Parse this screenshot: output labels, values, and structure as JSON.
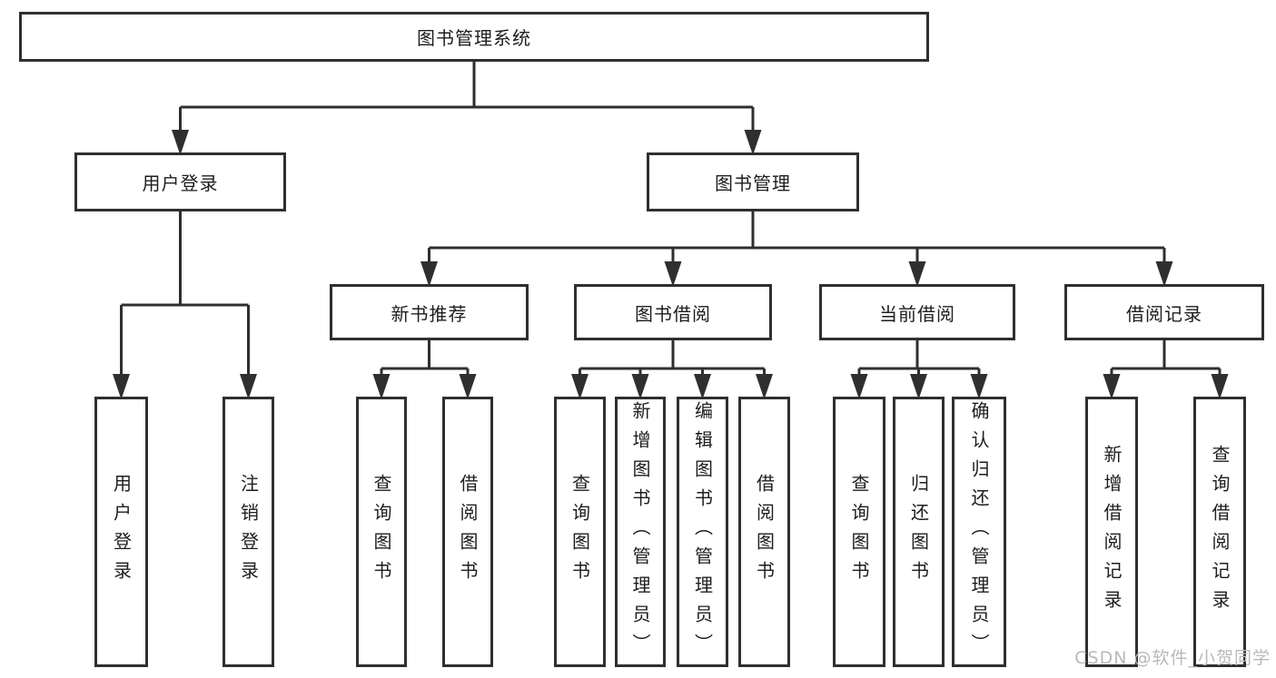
{
  "diagram": {
    "root": {
      "label": "图书管理系统"
    },
    "level2": [
      {
        "label": "用户登录"
      },
      {
        "label": "图书管理"
      }
    ],
    "level3": [
      {
        "label": "新书推荐"
      },
      {
        "label": "图书借阅"
      },
      {
        "label": "当前借阅"
      },
      {
        "label": "借阅记录"
      }
    ],
    "leaves": [
      {
        "label": "用户登录"
      },
      {
        "label": "注销登录"
      },
      {
        "label": "查询图书"
      },
      {
        "label": "借阅图书"
      },
      {
        "label": "查询图书"
      },
      {
        "label": "新增图书（管理员）"
      },
      {
        "label": "编辑图书（管理员）"
      },
      {
        "label": "借阅图书"
      },
      {
        "label": "查询图书"
      },
      {
        "label": "归还图书"
      },
      {
        "label": "确认归还（管理员）"
      },
      {
        "label": "新增借阅记录"
      },
      {
        "label": "查询借阅记录"
      }
    ]
  },
  "watermark": {
    "text": "CSDN @软件_小贺同学"
  },
  "colors": {
    "line": "#2f2f2f",
    "text": "#1d1d1f",
    "watermark": "#b9b9b9",
    "background": "#ffffff"
  }
}
